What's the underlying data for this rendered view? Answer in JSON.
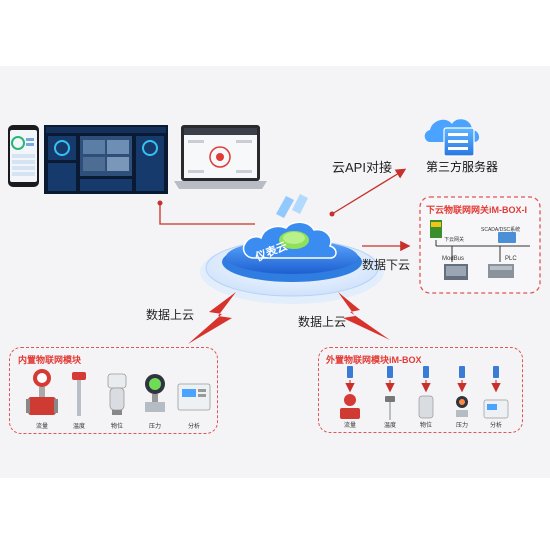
{
  "cloud": {
    "label": "仪表云"
  },
  "links": {
    "api": "云API对接",
    "down": "数据下云",
    "up_left": "数据上云",
    "up_right": "数据上云"
  },
  "third_party": {
    "label": "第三方服务器"
  },
  "gateway": {
    "title": "下云物联网网关iM-BOX-I",
    "lan_label": "下云网关",
    "scada_label": "SCADA/DSC系统",
    "modbus_label": "ModBus",
    "plc_label": "PLC"
  },
  "internal": {
    "title": "内置物联网模块",
    "devices": [
      "流量",
      "温度",
      "物位",
      "压力",
      "分析"
    ]
  },
  "external": {
    "title": "外置物联网模块iM-BOX",
    "devices": [
      "流量",
      "温度",
      "物位",
      "压力",
      "分析"
    ]
  },
  "colors": {
    "accent": "#e23a35",
    "cloud_blue": "#2f7de1",
    "cloud_green": "#7cd24a"
  }
}
